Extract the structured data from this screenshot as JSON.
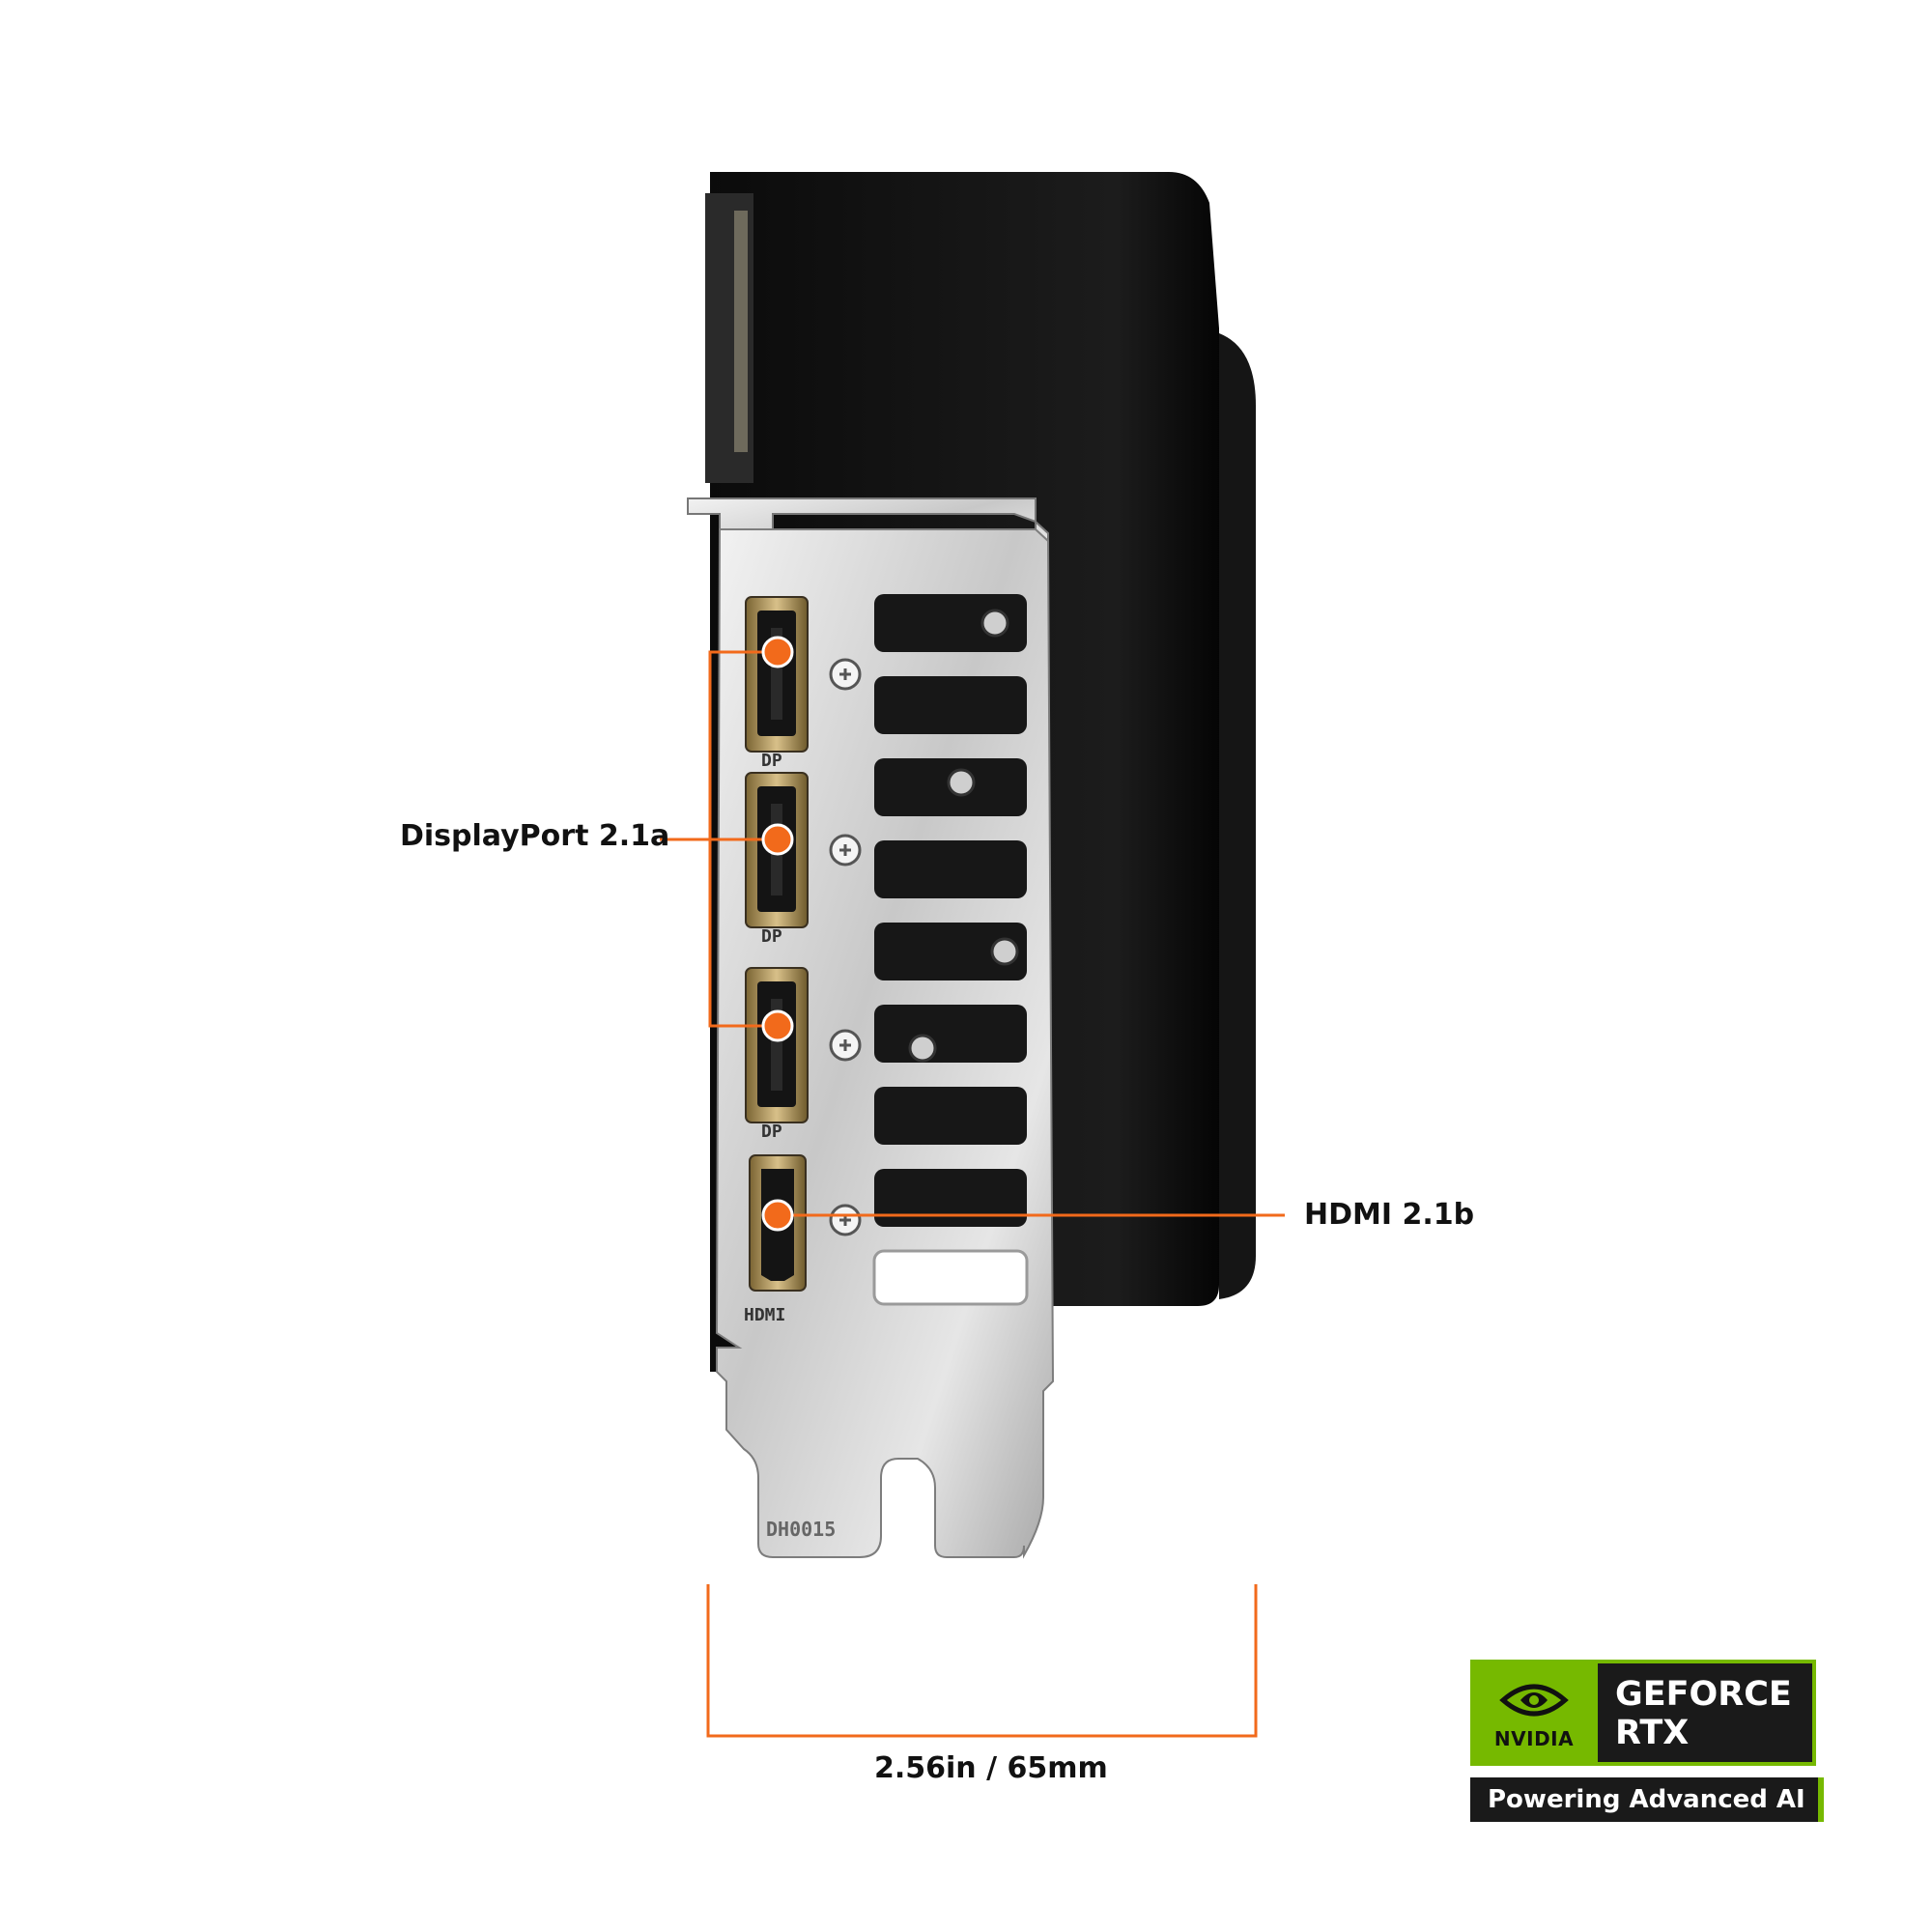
{
  "callouts": {
    "displayport": "DisplayPort 2.1a",
    "hdmi": "HDMI 2.1b"
  },
  "dimension": {
    "text": "2.56in / 65mm"
  },
  "bracket": {
    "port_labels": [
      "DP",
      "DP",
      "DP",
      "HDMI"
    ],
    "part_code": "DH0015"
  },
  "badge": {
    "brand": "NVIDIA",
    "product_line1": "GEFORCE",
    "product_line2": "RTX",
    "tagline": "Powering Advanced AI"
  },
  "colors": {
    "accent": "#f26a1b",
    "nvidia_green": "#76b900",
    "badge_dark": "#1a1a1a"
  }
}
